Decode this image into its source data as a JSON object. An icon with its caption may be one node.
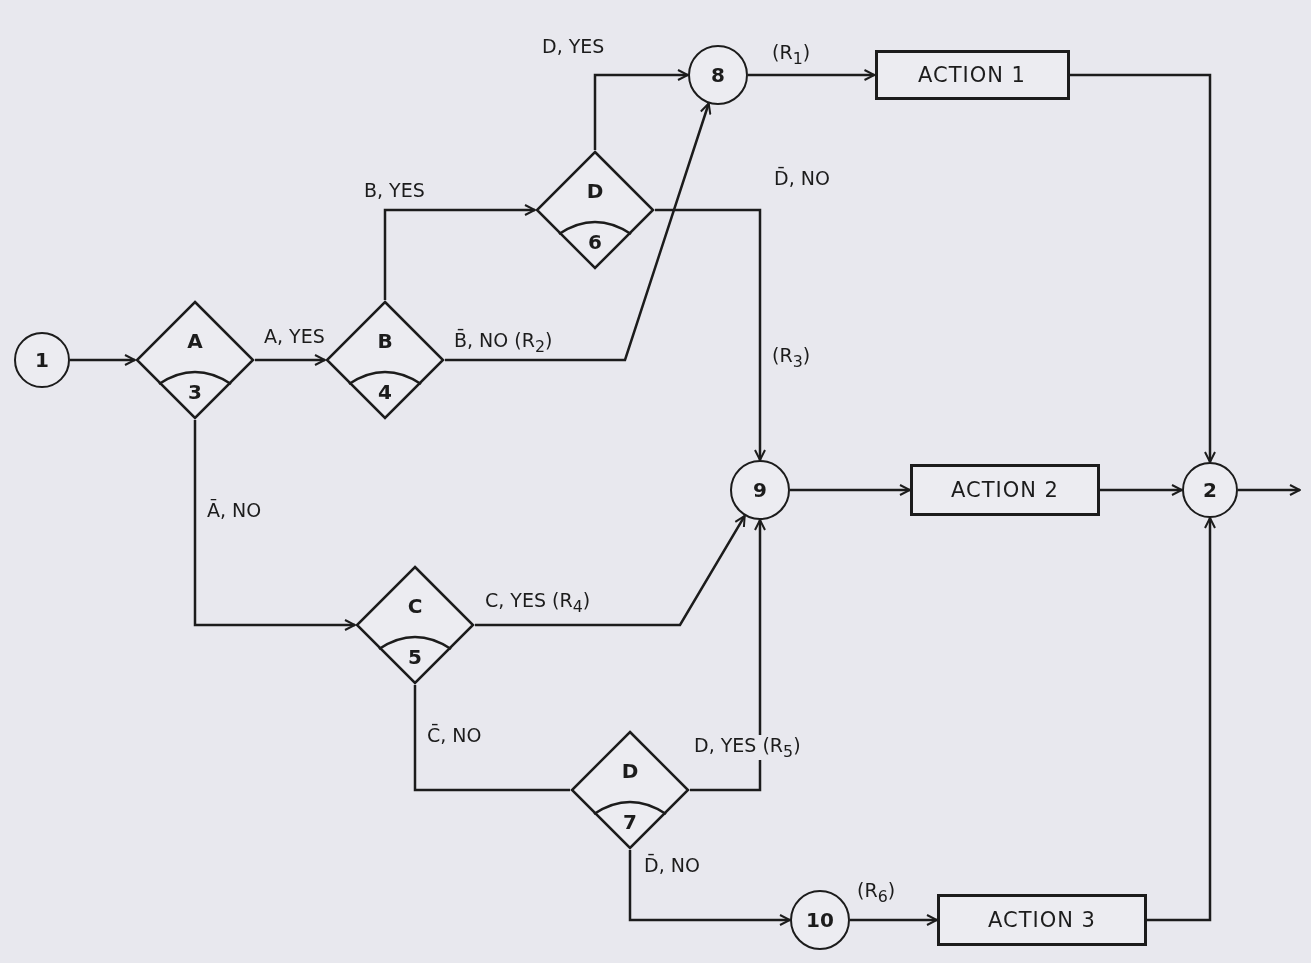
{
  "diagram": {
    "nodes": [
      {
        "text": [
          "1"
        ]
      },
      {
        "text": [
          "A",
          "3"
        ]
      },
      {
        "text": [
          "B",
          "4"
        ]
      },
      {
        "text": [
          "D",
          "6"
        ]
      },
      {
        "text": [
          "8"
        ]
      },
      {
        "text": [
          "ACTION 1"
        ]
      },
      {
        "text": [
          "9"
        ]
      },
      {
        "text": [
          "ACTION 2"
        ]
      },
      {
        "text": [
          "2"
        ]
      },
      {
        "text": [
          "C",
          "5"
        ]
      },
      {
        "text": [
          "D",
          "7"
        ]
      },
      {
        "text": [
          "10"
        ]
      },
      {
        "text": [
          "ACTION 3"
        ]
      }
    ],
    "edges": [
      {
        "from": 0,
        "to": 1,
        "arrow": "to"
      },
      {
        "from": 1,
        "to": 2,
        "arrow": "to",
        "label": "A, YES"
      },
      {
        "from": 2,
        "to": 3,
        "arrow": "to",
        "label": "B, YES"
      },
      {
        "from": 2,
        "to": 4,
        "arrow": "to",
        "label": "B̄, NO (R$_{2}$)"
      },
      {
        "from": 3,
        "to": 4,
        "arrow": "to",
        "label": "D, YES"
      },
      {
        "from": 4,
        "to": 5,
        "arrow": "to",
        "label": "(R$_{1}$)"
      },
      {
        "from": 3,
        "to": 6,
        "arrow": "to",
        "label": "D̄, NO"
      },
      {
        "from": 6,
        "to": 7,
        "arrow": "to"
      },
      {
        "from": 5,
        "to": 8,
        "arrow": "to"
      },
      {
        "from": 7,
        "to": 8,
        "arrow": "to"
      },
      {
        "from": 8,
        "to": null,
        "arrow": "to"
      },
      {
        "from": 1,
        "to": 9,
        "arrow": "to",
        "label": "Ā, NO"
      },
      {
        "from": 9,
        "to": 6,
        "arrow": "to",
        "label": "C, YES (R$_{4}$)"
      },
      {
        "from": 9,
        "to": 10,
        "arrow": "none",
        "label": "C̄, NO"
      },
      {
        "from": 10,
        "to": 6,
        "arrow": "to",
        "label": "D, YES (R$_{5}$)"
      },
      {
        "from": 10,
        "to": 11,
        "arrow": "to",
        "label": "D̄, NO"
      },
      {
        "from": 11,
        "to": 12,
        "arrow": "to",
        "label": "(R$_{6}$)"
      },
      {
        "from": 12,
        "to": 8,
        "arrow": "to"
      }
    ],
    "labels": [
      "(R$_{3}$)"
    ]
  }
}
